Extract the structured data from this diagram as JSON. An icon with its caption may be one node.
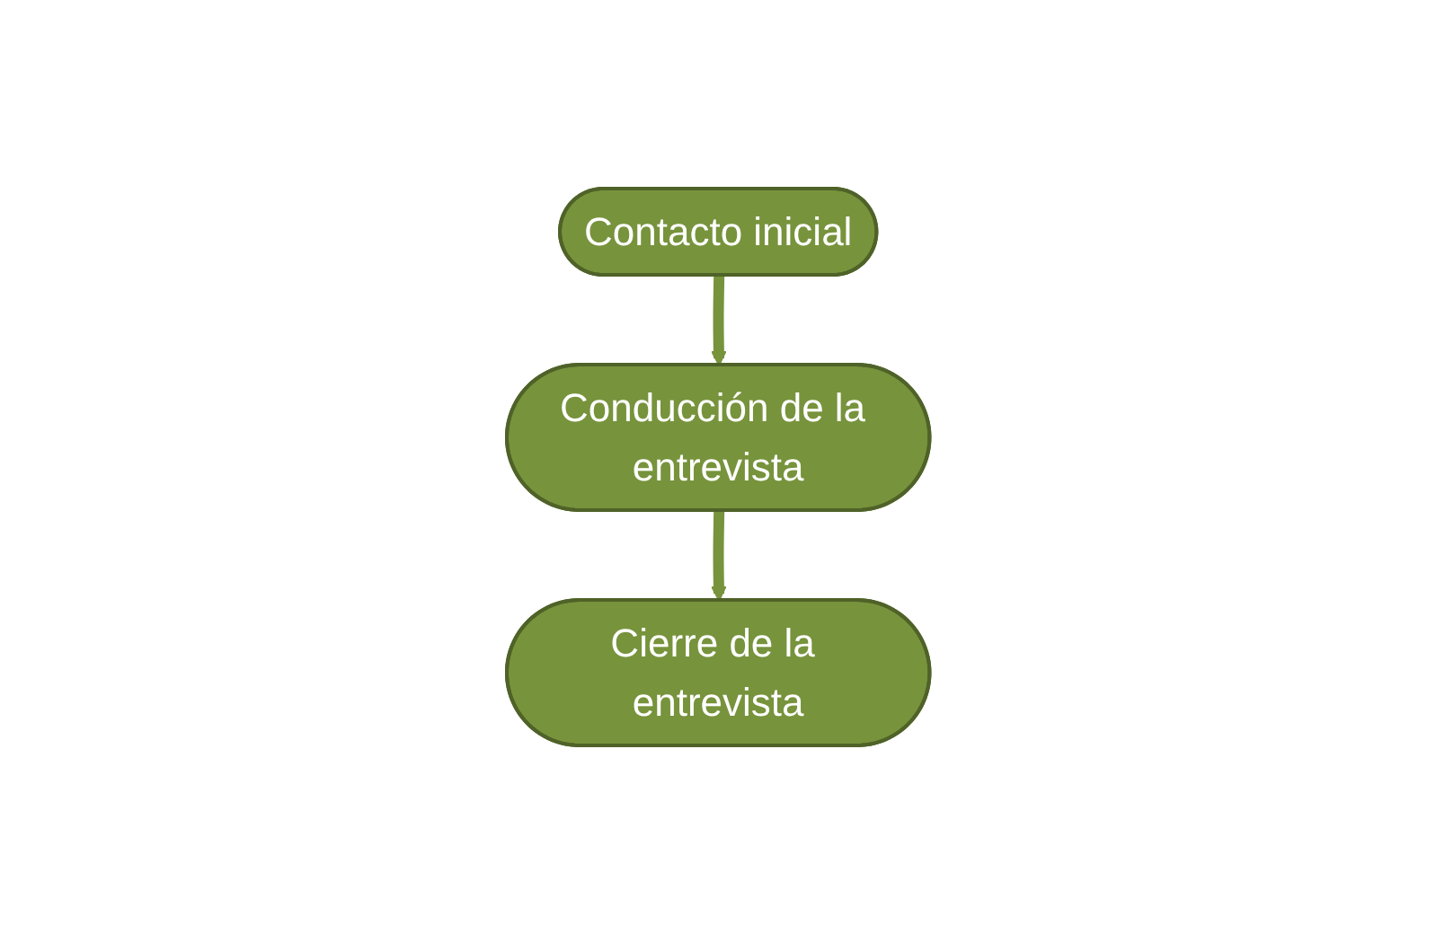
{
  "diagram": {
    "nodes": [
      {
        "text": [
          "Contacto inicial"
        ]
      },
      {
        "text": [
          "Conducción de la entrevista"
        ]
      },
      {
        "text": [
          "Cierre de la entrevista"
        ]
      }
    ],
    "edges": [
      {
        "from": 0,
        "to": 1,
        "arrow": "to"
      },
      {
        "from": 1,
        "to": 2,
        "arrow": "to"
      }
    ]
  }
}
